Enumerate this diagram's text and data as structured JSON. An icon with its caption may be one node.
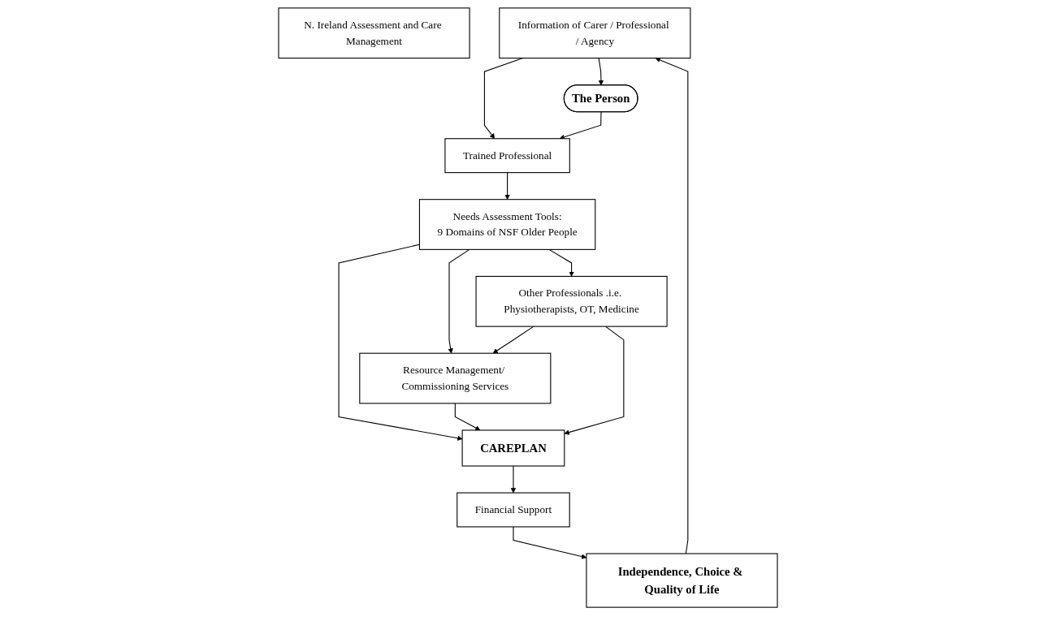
{
  "diagram": {
    "nodes": [
      {
        "text": [
          "N. Ireland Assessment and Care Management"
        ]
      },
      {
        "text": [
          "Information of Carer / Professional / Agency"
        ]
      },
      {
        "text": [
          "The Person"
        ]
      },
      {
        "text": [
          "Trained Professional"
        ]
      },
      {
        "text": [
          "Independence, Choice & Quality of Life"
        ]
      },
      {
        "text": [
          "Needs Assessment Tools:",
          "9 Domains of NSF Older People"
        ]
      },
      {
        "text": [
          "Other Professionals .i.e. Physiotherapists, OT, Medicine"
        ]
      },
      {
        "text": [
          "Financial Support"
        ]
      },
      {
        "text": [
          "Resource Management/ Commissioning Services"
        ]
      },
      {
        "text": [
          "CAREPLAN"
        ]
      }
    ],
    "edges": [
      {
        "from": 1,
        "to": 2,
        "arrow": "to"
      },
      {
        "from": 1,
        "to": 3,
        "arrow": "to"
      },
      {
        "from": 2,
        "to": 3,
        "arrow": "to"
      },
      {
        "from": 3,
        "to": 5,
        "arrow": "to"
      },
      {
        "from": 5,
        "to": 6,
        "arrow": "to"
      },
      {
        "from": 5,
        "to": 8,
        "arrow": "to"
      },
      {
        "from": 5,
        "to": 9,
        "arrow": "to"
      },
      {
        "from": 6,
        "to": 8,
        "arrow": "to"
      },
      {
        "from": 8,
        "to": 9,
        "arrow": "to"
      },
      {
        "from": 6,
        "to": 9,
        "arrow": "to"
      },
      {
        "from": 9,
        "to": 7,
        "arrow": "to"
      },
      {
        "from": 7,
        "to": 4,
        "arrow": "to"
      },
      {
        "from": 4,
        "to": 1,
        "arrow": "to"
      }
    ]
  }
}
